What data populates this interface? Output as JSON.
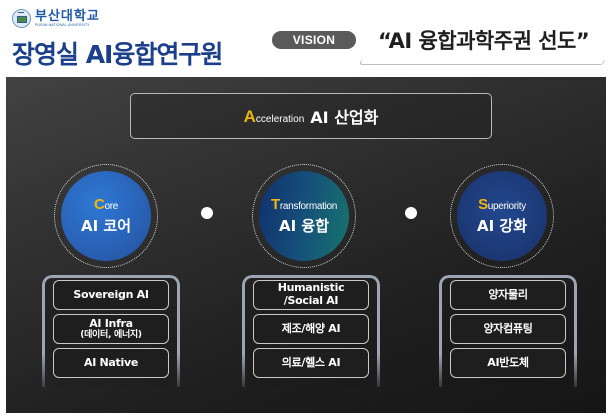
{
  "header": {
    "university_kr": "부산대학교",
    "university_en": "PUSAN NATIONAL UNIVERSITY",
    "title": "장영실 AI융합연구원",
    "vision_label": "VISION",
    "vision_statement": "“AI 융합과학주권 선도”"
  },
  "acceleration": {
    "cap": "A",
    "rest": "cceleration",
    "kr": "AI 산업화"
  },
  "pillars": [
    {
      "cap": "C",
      "rest": "ore",
      "kr": "AI 코어",
      "items": [
        {
          "label": "Sovereign AI"
        },
        {
          "label": "AI Infra",
          "sub": "(데이터, 에너지)"
        },
        {
          "label": "AI Native"
        }
      ]
    },
    {
      "cap": "T",
      "rest": "ransformation",
      "kr": "AI 융합",
      "items": [
        {
          "label": "Humanistic",
          "sub": "/Social AI"
        },
        {
          "label": "제조/해양 AI"
        },
        {
          "label": "의료/헬스 AI"
        }
      ]
    },
    {
      "cap": "S",
      "rest": "uperiority",
      "kr": "AI 강화",
      "items": [
        {
          "label": "양자물리"
        },
        {
          "label": "양자컴퓨팅"
        },
        {
          "label": "AI반도체"
        }
      ]
    }
  ],
  "colors": {
    "title_navy": "#1b3f8b",
    "university_blue": "#1f5aa6",
    "accent_gold": "#f2b705",
    "vision_pill": "#5a5a5a",
    "panel_dark": "#2f2f2f",
    "core_blue": "#2a63b8",
    "transform_teal": "#17746c",
    "superiority_navy": "#1d3a78"
  }
}
